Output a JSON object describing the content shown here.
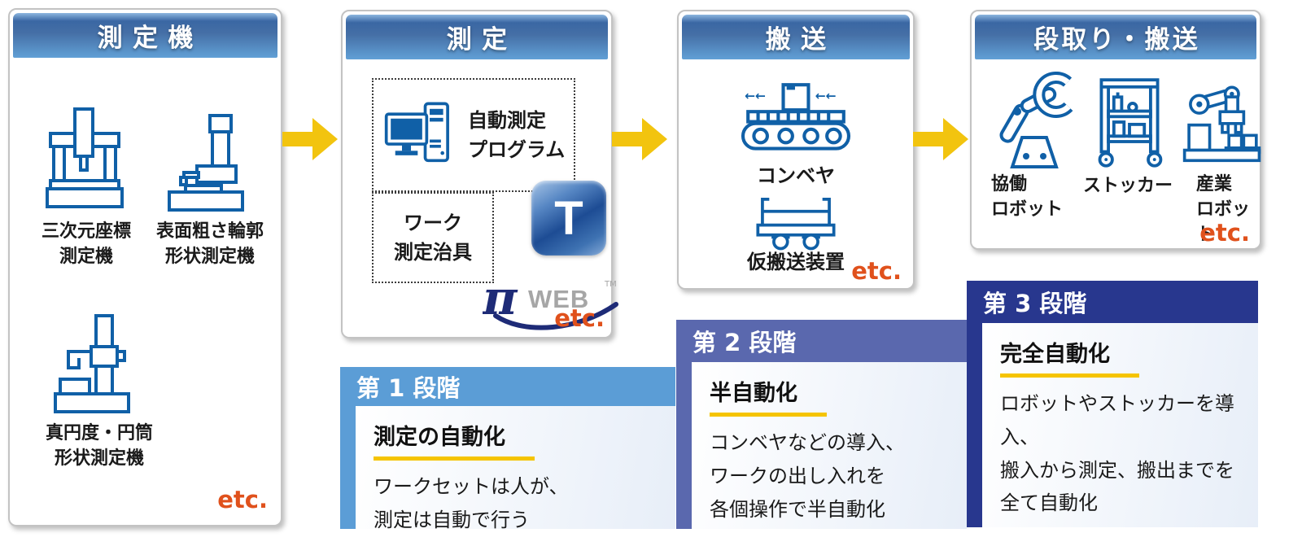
{
  "colors": {
    "accent_yellow": "#f2c40f",
    "underline_yellow": "#f5c400",
    "etc_orange": "#e0511c",
    "icon_blue": "#1060a7",
    "stage1_blue": "#5b9dd6",
    "stage2_indigo": "#5a68ae",
    "stage3_navy": "#28378e",
    "header_blue_top": "#3a67a3",
    "header_blue_bottom": "#61a0d6"
  },
  "panels": [
    {
      "title": "測定機",
      "etc": "etc.",
      "machines": [
        {
          "icon": "cmm-machine-icon",
          "label": "三次元座標\n測定機"
        },
        {
          "icon": "surface-roughness-machine-icon",
          "label": "表面粗さ輪郭\n形状測定機"
        },
        {
          "icon": "roundness-machine-icon",
          "label": "真円度・円筒\n形状測定機"
        }
      ]
    },
    {
      "title": "測定",
      "etc": "etc.",
      "boxes": [
        {
          "icon": "computer-icon",
          "label": "自動測定\nプログラム"
        },
        {
          "label": "ワーク\n測定治具"
        }
      ],
      "logos": {
        "t_badge": "T",
        "pi": "π",
        "web": "WEB",
        "tm": "TM"
      }
    },
    {
      "title": "搬送",
      "etc": "etc.",
      "machines": [
        {
          "icon": "conveyor-icon",
          "label": "コンベヤ"
        },
        {
          "icon": "transfer-cart-icon",
          "label": "仮搬送装置"
        }
      ]
    },
    {
      "title": "段取り・搬送",
      "etc": "etc.",
      "machines": [
        {
          "icon": "collaborative-robot-icon",
          "label": "協働\nロボット"
        },
        {
          "icon": "stocker-icon",
          "label": "ストッカー"
        },
        {
          "icon": "industrial-robot-icon",
          "label": "産業\nロボット"
        }
      ]
    }
  ],
  "stages": [
    {
      "step": "第 1 段階",
      "heading": "測定の自動化",
      "description": "ワークセットは人が、\n測定は自動で行う"
    },
    {
      "step": "第 2 段階",
      "heading": "半自動化",
      "description": "コンベヤなどの導入、\nワークの出し入れを\n各個操作で半自動化"
    },
    {
      "step": "第 3 段階",
      "heading": "完全自動化",
      "description": "ロボットやストッカーを導入、\n搬入から測定、搬出までを\n全て自動化"
    }
  ]
}
